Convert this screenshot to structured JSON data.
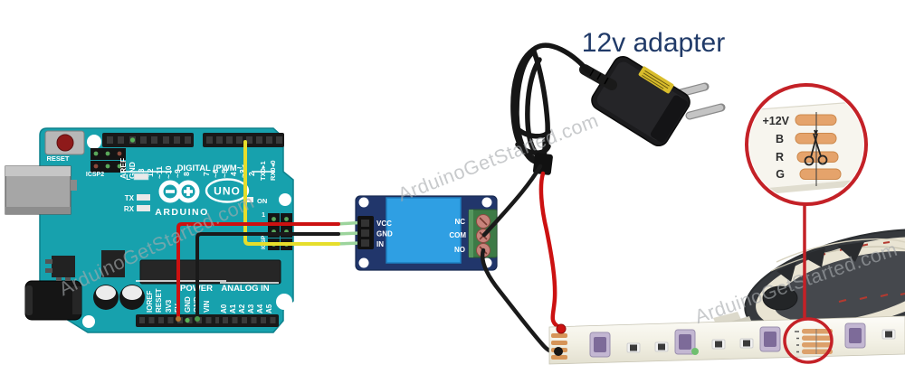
{
  "title": "12v adapter",
  "watermark": "ArduinoGetStarted.com",
  "arduino": {
    "labels": {
      "reset": "RESET",
      "icsp2": "ICSP2",
      "icsp": "ICSP",
      "one": "1",
      "digital": "DIGITAL (PWM~)",
      "l": "L",
      "tx": "TX",
      "rx": "RX",
      "on": "ON",
      "brand": "ARDUINO",
      "model": "UNO",
      "power": "POWER",
      "analog_in": "ANALOG IN"
    },
    "digital_pins": [
      "AREF",
      "GND",
      "13",
      "12",
      "~11",
      "~10",
      "~9",
      "8",
      "7",
      "~6",
      "~5",
      "4",
      "~3",
      "2",
      "TX0▸1",
      "RX0◂0"
    ],
    "power_pins": [
      "IOREF",
      "RESET",
      "3V3",
      "5V",
      "GND",
      "GND",
      "VIN"
    ],
    "analog_pins": [
      "A0",
      "A1",
      "A2",
      "A3",
      "A4",
      "A5"
    ]
  },
  "relay": {
    "input_pins": [
      "VCC",
      "GND",
      "IN"
    ],
    "output_pins": [
      "NC",
      "COM",
      "NO"
    ]
  },
  "led_strip": {
    "pads": [
      "+12V",
      "B",
      "R",
      "G"
    ]
  },
  "colors": {
    "arduino_teal": "#17a1ad",
    "relay_navy": "#21366b",
    "relay_blue": "#2f9fe3",
    "terminal_green": "#3d7a46",
    "wire_red": "#cc1111",
    "wire_black": "#1a1a1a",
    "wire_yellow": "#e6de2b",
    "highlight_red": "#c42127",
    "title_navy": "#203a68",
    "copper_pad": "#dca06a"
  }
}
